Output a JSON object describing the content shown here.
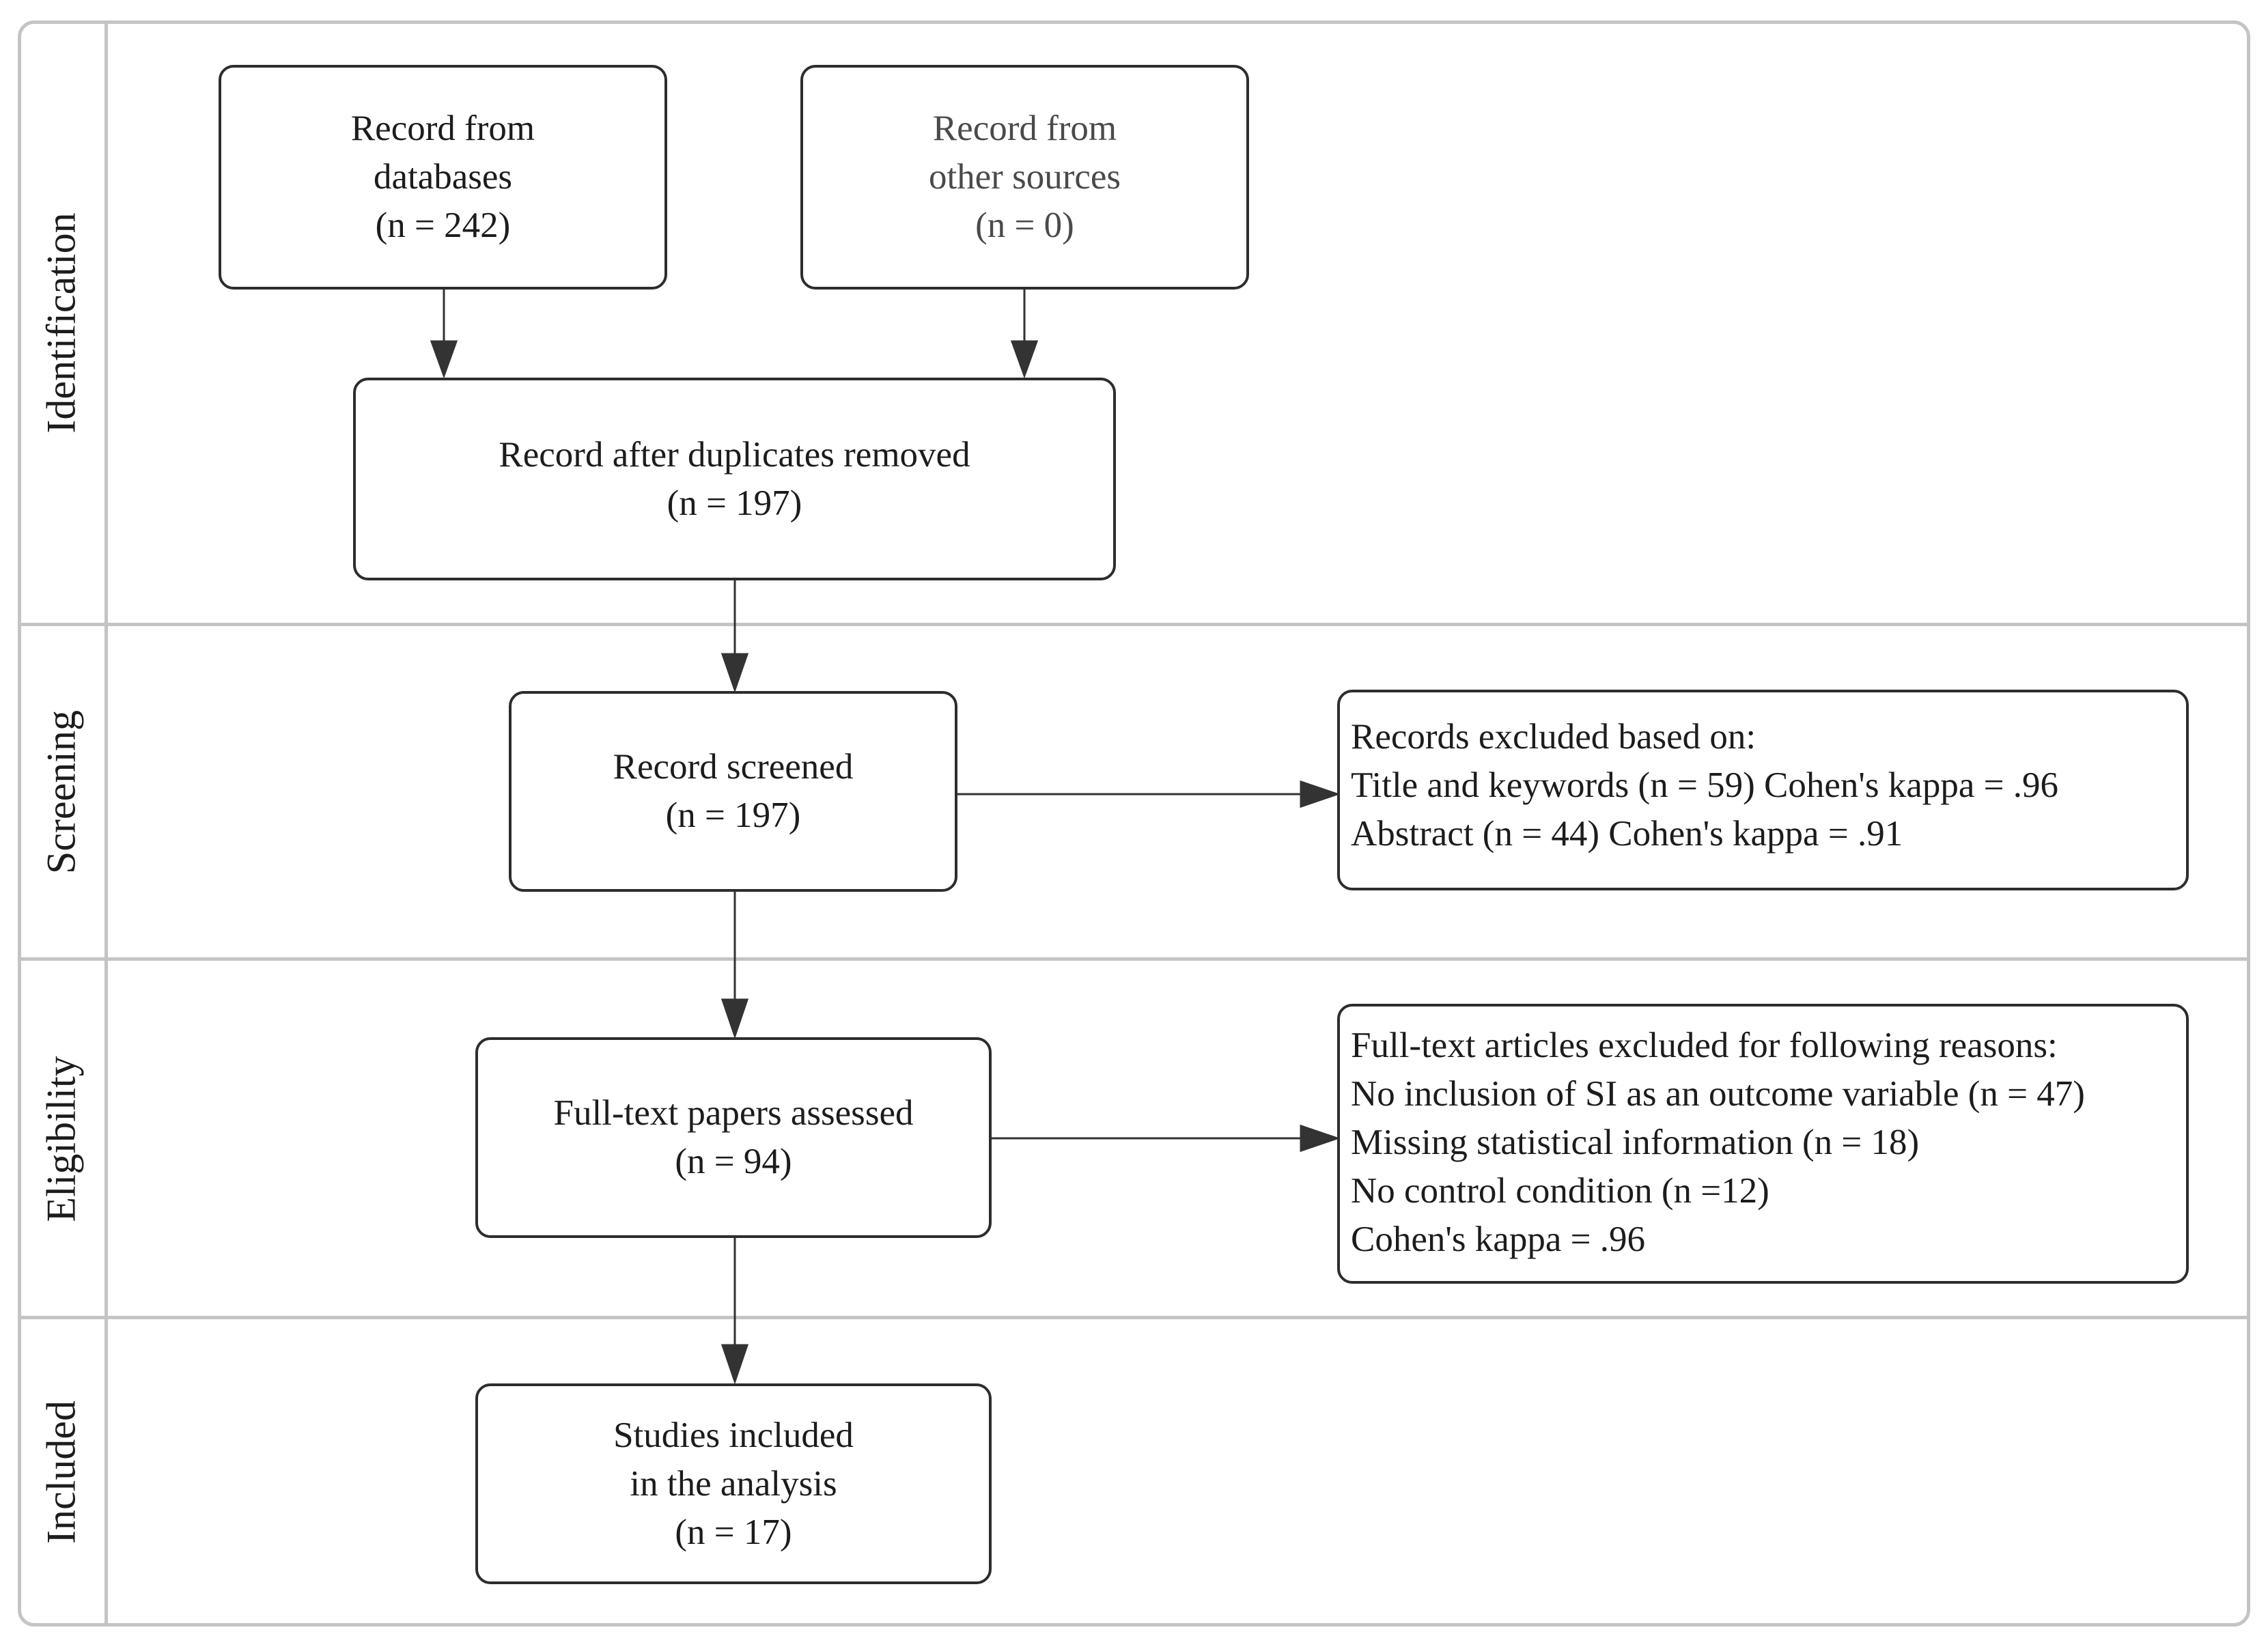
{
  "stages": {
    "identification": "Identification",
    "screening": "Screening",
    "eligibility": "Eligibility",
    "included": "Included"
  },
  "boxes": {
    "databases": [
      "Record from",
      "databases",
      "(n =  242)"
    ],
    "other_sources": [
      "Record from",
      "other sources",
      "(n =  0)"
    ],
    "after_duplicates": [
      "Record after duplicates removed",
      "(n =  197)"
    ],
    "screened": [
      "Record screened",
      "(n =  197)"
    ],
    "excluded_screening": [
      "Records excluded based on:",
      "Title and keywords (n = 59) Cohen's kappa = .96",
      "Abstract (n = 44) Cohen's kappa = .91"
    ],
    "full_text": [
      "Full-text papers assessed",
      "(n =  94)"
    ],
    "excluded_full_text": [
      "Full-text articles excluded for following reasons:",
      "No inclusion of SI as an outcome variable (n = 47)",
      "Missing statistical information (n = 18)",
      "No control condition (n =12)",
      "Cohen's kappa = .96"
    ],
    "included": [
      "Studies included",
      "in the analysis",
      "(n =  17)"
    ]
  },
  "colors": {
    "frame": "#c4c4c4",
    "box_border": "#2d2d2d",
    "arrow": "#333333",
    "text": "#1c1c1c"
  }
}
